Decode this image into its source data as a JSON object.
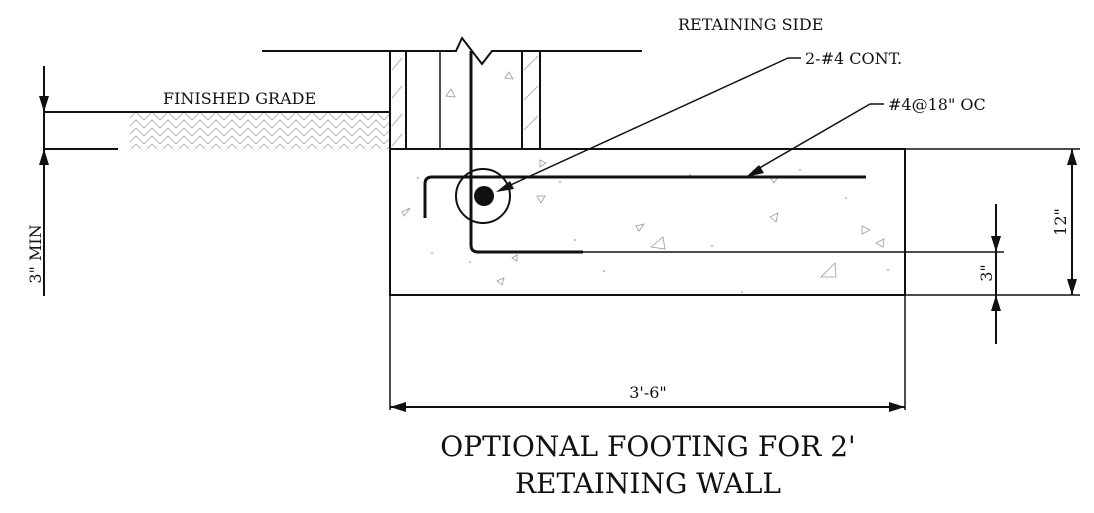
{
  "labels": {
    "retaining_side": "RETAINING SIDE",
    "bars_cont": "2-#4 CONT.",
    "bars_oc": "#4@18\" OC",
    "finished_grade": "FINISHED GRADE",
    "min_cover": "3\" MIN",
    "footing_depth": "12\"",
    "bar_cover": "3\"",
    "footing_width": "3'-6\""
  },
  "title": {
    "line1": "OPTIONAL FOOTING FOR 2'",
    "line2": "RETAINING WALL"
  },
  "colors": {
    "line": "#111111",
    "hatch": "#b5b5b5",
    "concrete_marks": "#9a9a9a",
    "background": "#ffffff"
  }
}
